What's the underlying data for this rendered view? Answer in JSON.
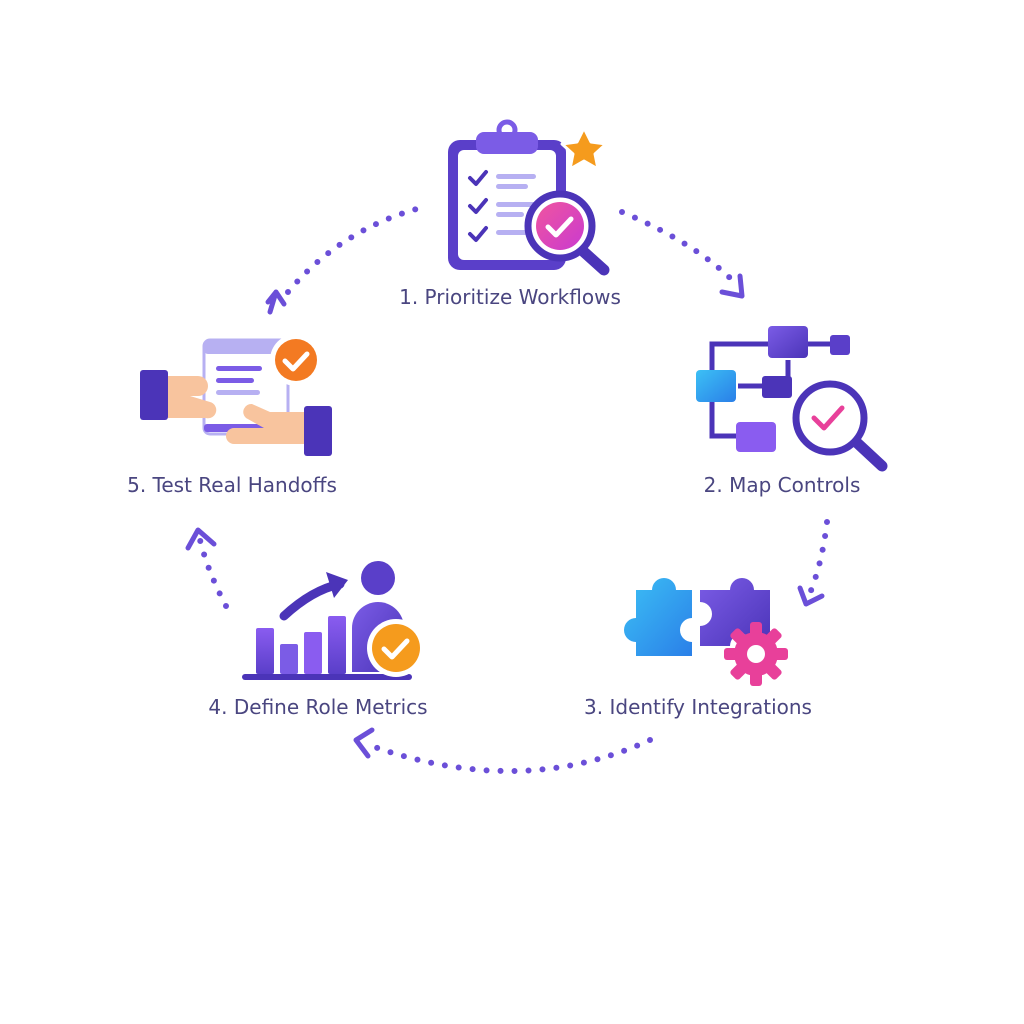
{
  "diagram": {
    "type": "cycle",
    "steps": [
      {
        "id": "step-1",
        "label": "1. Prioritize Workflows",
        "icon": "clipboard-checklist-magnifier-star-icon"
      },
      {
        "id": "step-2",
        "label": "2. Map Controls",
        "icon": "flowchart-magnifier-icon"
      },
      {
        "id": "step-3",
        "label": "3. Identify Integrations",
        "icon": "puzzle-gear-icon"
      },
      {
        "id": "step-4",
        "label": "4. Define Role Metrics",
        "icon": "bar-chart-person-check-icon"
      },
      {
        "id": "step-5",
        "label": "5. Test Real Handoffs",
        "icon": "handoff-document-check-icon"
      }
    ],
    "connector": "dotted-arrow",
    "colors": {
      "primary": "#5a3fc9",
      "violet": "#7b5ce6",
      "lavender": "#b7b0f2",
      "cyan": "#2aa9f2",
      "magenta": "#e8409a",
      "orange": "#f37a22",
      "star": "#f59b1d",
      "skin": "#f8c49e",
      "text": "#4a4680"
    }
  }
}
